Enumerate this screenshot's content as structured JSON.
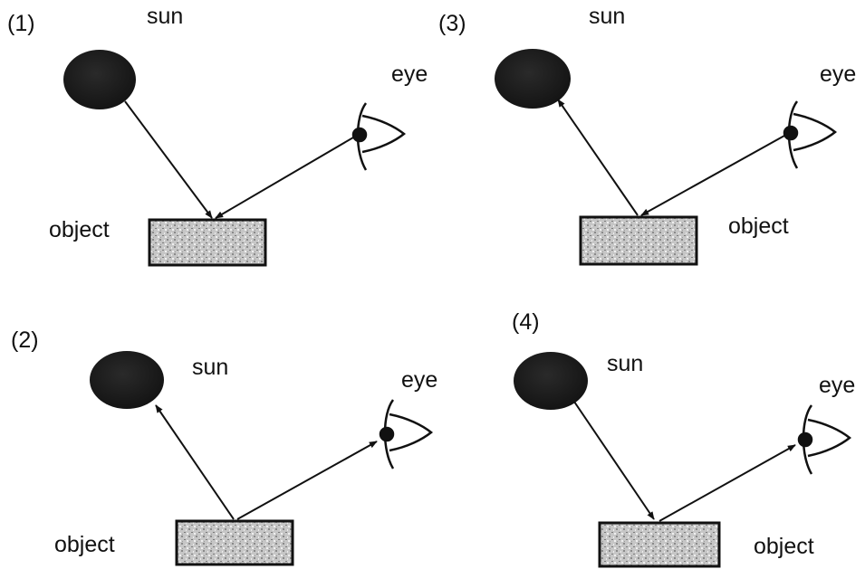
{
  "panels": [
    {
      "number": "(1)",
      "sun_label": "sun",
      "eye_label": "eye",
      "object_label": "object"
    },
    {
      "number": "(2)",
      "sun_label": "sun",
      "eye_label": "eye",
      "object_label": "object"
    },
    {
      "number": "(3)",
      "sun_label": "sun",
      "eye_label": "eye",
      "object_label": "object"
    },
    {
      "number": "(4)",
      "sun_label": "sun",
      "eye_label": "eye",
      "object_label": "object"
    }
  ],
  "colors": {
    "ink": "#111111",
    "sun_fill": "#1a1a1a",
    "object_fill": "#c8c8c8"
  }
}
